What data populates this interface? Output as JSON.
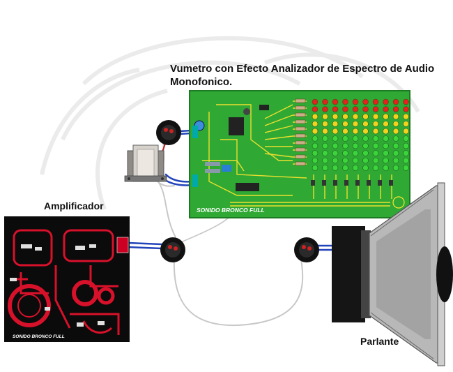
{
  "diagram": {
    "title_line1": "Vumetro con Efecto Analizador de Espectro de Audio",
    "title_line2": "Monofonico.",
    "labels": {
      "amplifier": "Amplificador",
      "speaker": "Parlante"
    },
    "vu_board": {
      "silkscreen": "SONIDO BRONCO FULL",
      "led_rows": 10,
      "led_cols": 10,
      "led_colors": [
        "#e8201c",
        "#e8201c",
        "#f2d21f",
        "#f2d21f",
        "#f2d21f",
        "#3bd43b",
        "#3bd43b",
        "#3bd43b",
        "#3bd43b",
        "#3bd43b"
      ],
      "board_color": "#2fa834",
      "trace_color": "#ffe62e"
    },
    "amp_board": {
      "silkscreen": "SONIDO BRONCO FULL",
      "board_color": "#0b0b0b",
      "trace_color": "#d8112a"
    }
  }
}
